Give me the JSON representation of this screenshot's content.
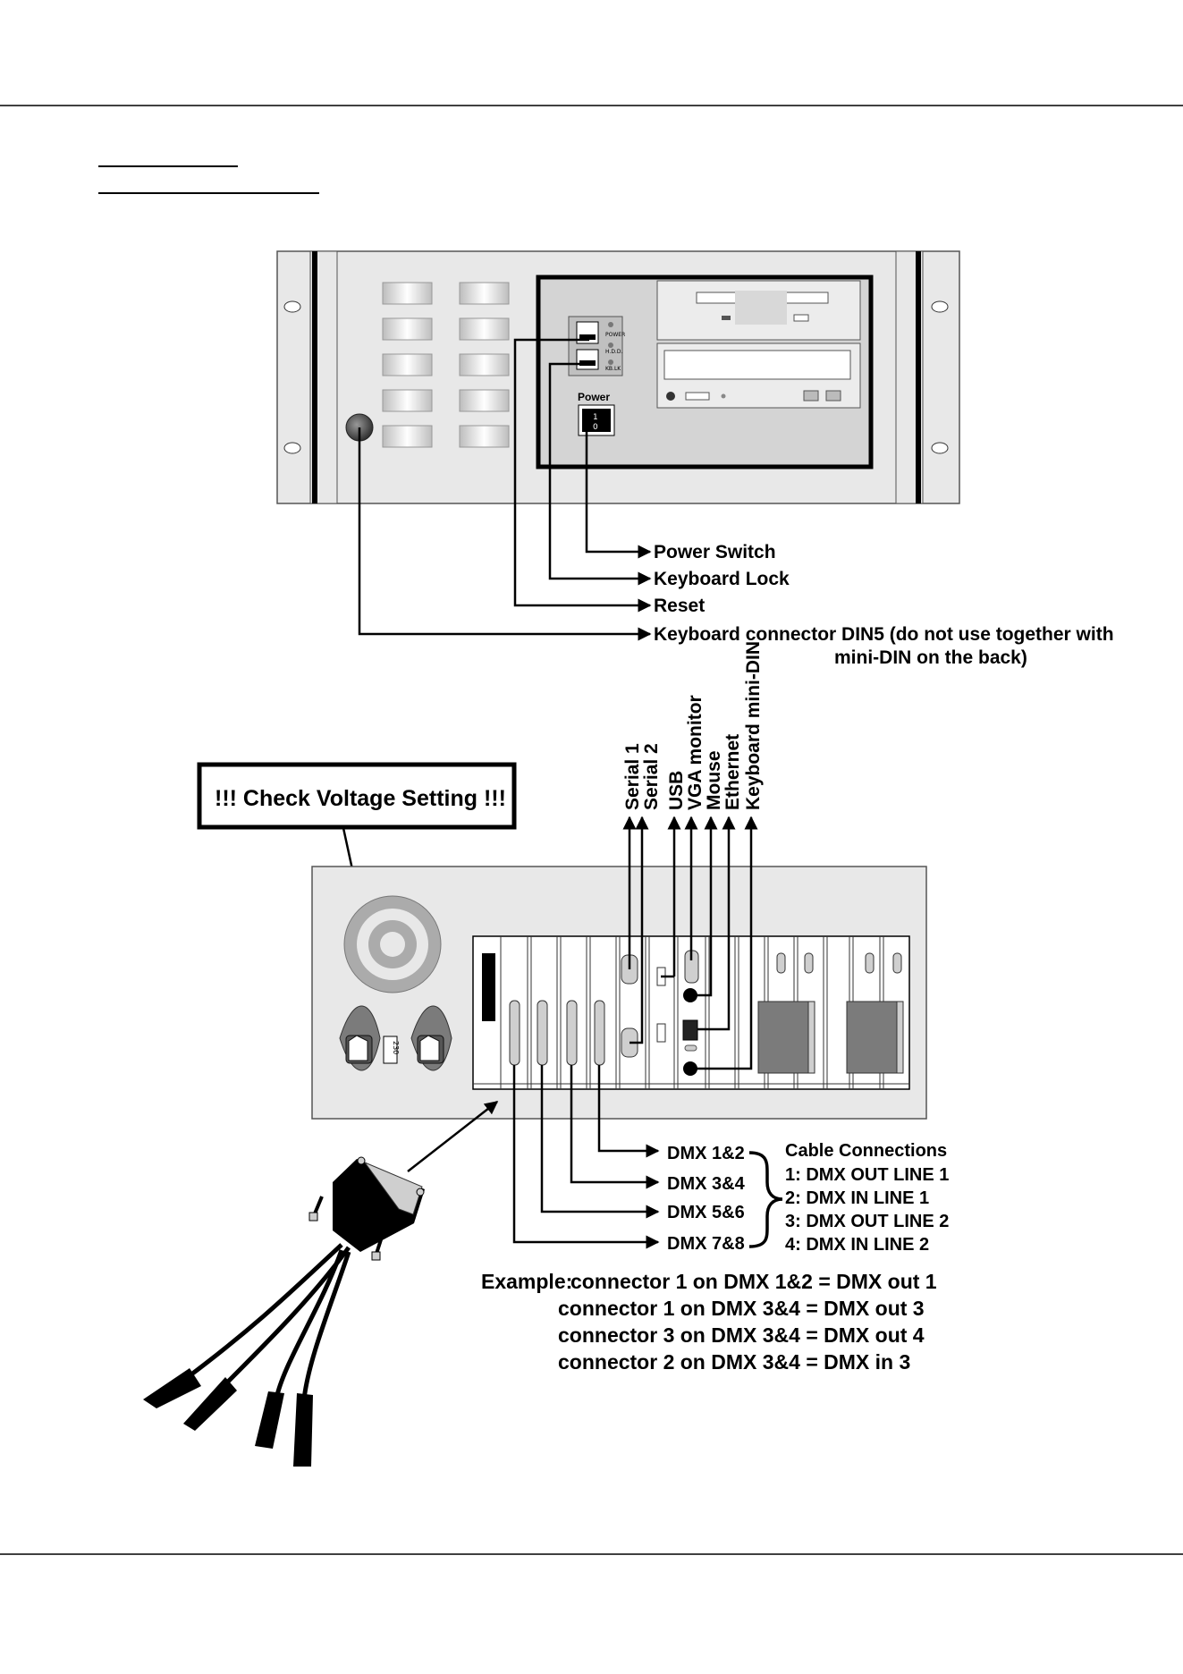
{
  "front": {
    "power_label": "Power",
    "power_on": "1",
    "power_off": "0",
    "led_labels": [
      "POWER",
      "H.D.D.",
      "KB.LK"
    ],
    "callouts": [
      "Power Switch",
      "Keyboard Lock",
      "Reset",
      "Keyboard connector DIN5 (do not use together with",
      "mini-DIN on the back)"
    ]
  },
  "back": {
    "warning": "!!! Check Voltage Setting !!!",
    "voltage_value": "230",
    "ports": [
      "Serial 1",
      "Serial 2",
      "USB",
      "VGA monitor",
      "Mouse",
      "Ethernet",
      "Keyboard mini-DIN"
    ],
    "dmx_ports": [
      "DMX 1&2",
      "DMX 3&4",
      "DMX 5&6",
      "DMX 7&8"
    ],
    "cable_title": "Cable Connections",
    "cable_lines": [
      "1: DMX OUT LINE 1",
      "2: DMX IN LINE 1",
      "3: DMX OUT LINE 2",
      "4: DMX IN LINE 2"
    ],
    "example_prefix": "Example:",
    "examples": [
      "connector 1 on DMX 1&2 = DMX out 1",
      "connector 1 on DMX 3&4 = DMX out 3",
      "connector 3 on DMX 3&4 = DMX out 4",
      "connector 2 on DMX 3&4 = DMX in 3"
    ]
  }
}
